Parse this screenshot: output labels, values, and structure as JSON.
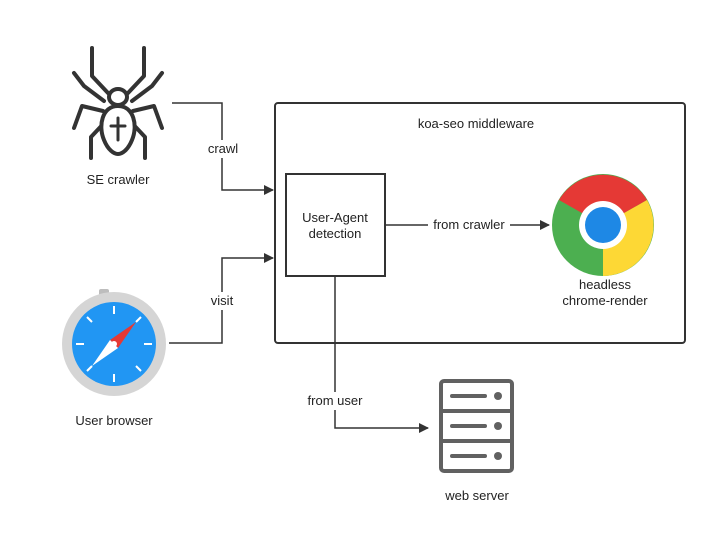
{
  "nodes": {
    "se_crawler": "SE crawler",
    "user_browser": "User browser",
    "middleware": "koa-seo middleware",
    "ua_detection_line1": "User-Agent",
    "ua_detection_line2": "detection",
    "headless_line1": "headless",
    "headless_line2": "chrome-render",
    "web_server": "web server"
  },
  "edges": {
    "crawl": "crawl",
    "visit": "visit",
    "from_crawler": "from crawler",
    "from_user": "from user"
  },
  "icons": {
    "crawler": "spider-icon",
    "browser": "safari-compass-icon",
    "renderer": "chrome-icon",
    "server": "server-rack-icon"
  },
  "colors": {
    "line": "#333333",
    "chrome_red": "#e53935",
    "chrome_green": "#4caf50",
    "chrome_yellow": "#fdd835",
    "chrome_blue": "#1e88e5",
    "safari_blue": "#2196f3",
    "server_gray": "#616161"
  }
}
